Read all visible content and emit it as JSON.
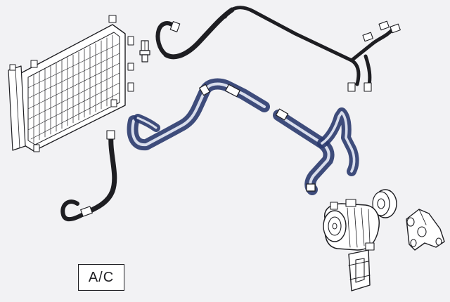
{
  "diagram": {
    "label": "A/C",
    "colors": {
      "background": "#f2f2f4",
      "line": "#1e1e22",
      "highlight": "#2a3a6e",
      "part_fill": "#ffffff"
    },
    "parts": [
      {
        "id": "condenser",
        "icon": "radiator-icon"
      },
      {
        "id": "pressure-switch",
        "icon": "sensor-icon"
      },
      {
        "id": "suction-hose-upper",
        "icon": "hose-icon"
      },
      {
        "id": "long-refrigerant-line",
        "icon": "pipe-icon"
      },
      {
        "id": "highlighted-line-left",
        "icon": "pipe-icon",
        "highlighted": true
      },
      {
        "id": "highlighted-line-right",
        "icon": "pipe-icon",
        "highlighted": true
      },
      {
        "id": "liquid-line-lower",
        "icon": "hose-icon"
      },
      {
        "id": "compressor",
        "icon": "compressor-icon"
      },
      {
        "id": "pulley",
        "icon": "pulley-icon"
      },
      {
        "id": "mounting-bracket",
        "icon": "bracket-icon"
      },
      {
        "id": "compressor-support",
        "icon": "bracket-icon"
      }
    ]
  }
}
